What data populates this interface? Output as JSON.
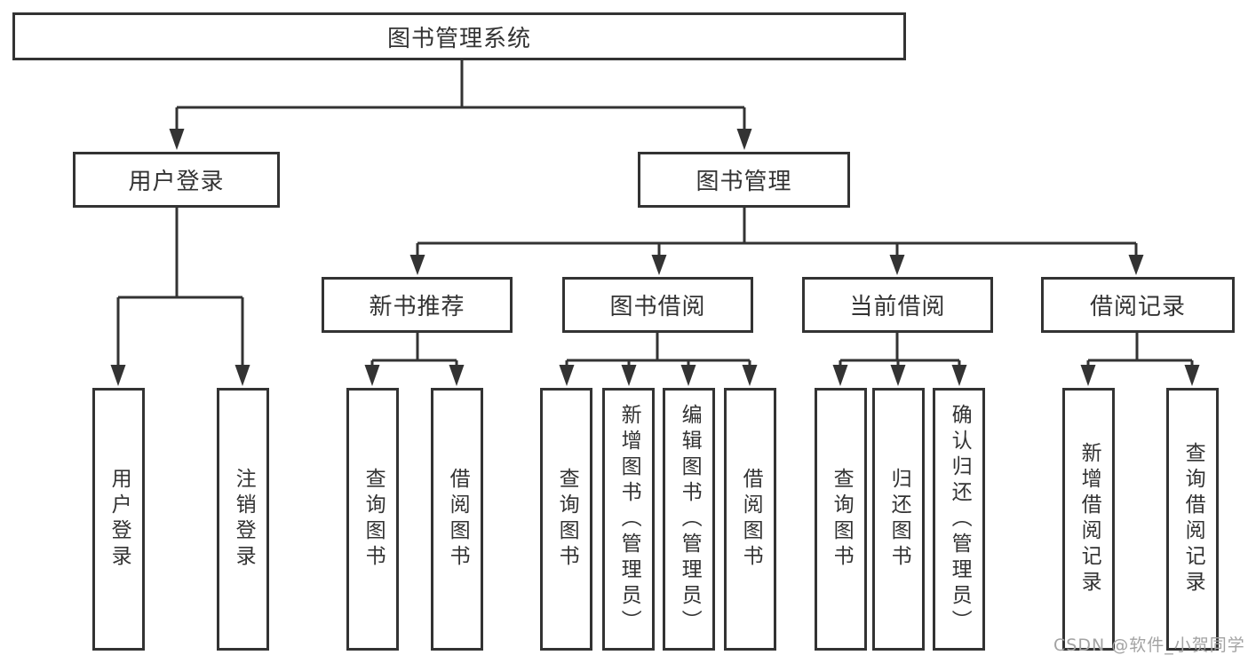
{
  "diagram": {
    "root": {
      "label": "图书管理系统"
    },
    "level2": {
      "user_login": {
        "label": "用户登录"
      },
      "book_mgmt": {
        "label": "图书管理"
      }
    },
    "level3": {
      "new_book_rec": {
        "label": "新书推荐"
      },
      "book_borrow": {
        "label": "图书借阅"
      },
      "current_borrow": {
        "label": "当前借阅"
      },
      "borrow_record": {
        "label": "借阅记录"
      }
    },
    "leaves": {
      "user_login": {
        "label": "用户登录"
      },
      "logout": {
        "label": "注销登录"
      },
      "rec_query_book": {
        "label": "查询图书"
      },
      "rec_borrow_book": {
        "label": "借阅图书"
      },
      "borrow_query_book": {
        "label": "查询图书"
      },
      "borrow_add_book": {
        "label": "新增图书（管理员）"
      },
      "borrow_edit_book": {
        "label": "编辑图书（管理员）"
      },
      "borrow_borrow_book": {
        "label": "借阅图书"
      },
      "current_query_book": {
        "label": "查询图书"
      },
      "current_return_book": {
        "label": "归还图书"
      },
      "current_confirm_return": {
        "label": "确认归还（管理员）"
      },
      "record_add": {
        "label": "新增借阅记录"
      },
      "record_query": {
        "label": "查询借阅记录"
      }
    }
  },
  "watermark": {
    "text": "CSDN @软件_小贺同学"
  },
  "colors": {
    "line": "#333333",
    "watermark": "#a3a3a3",
    "background": "#ffffff"
  }
}
